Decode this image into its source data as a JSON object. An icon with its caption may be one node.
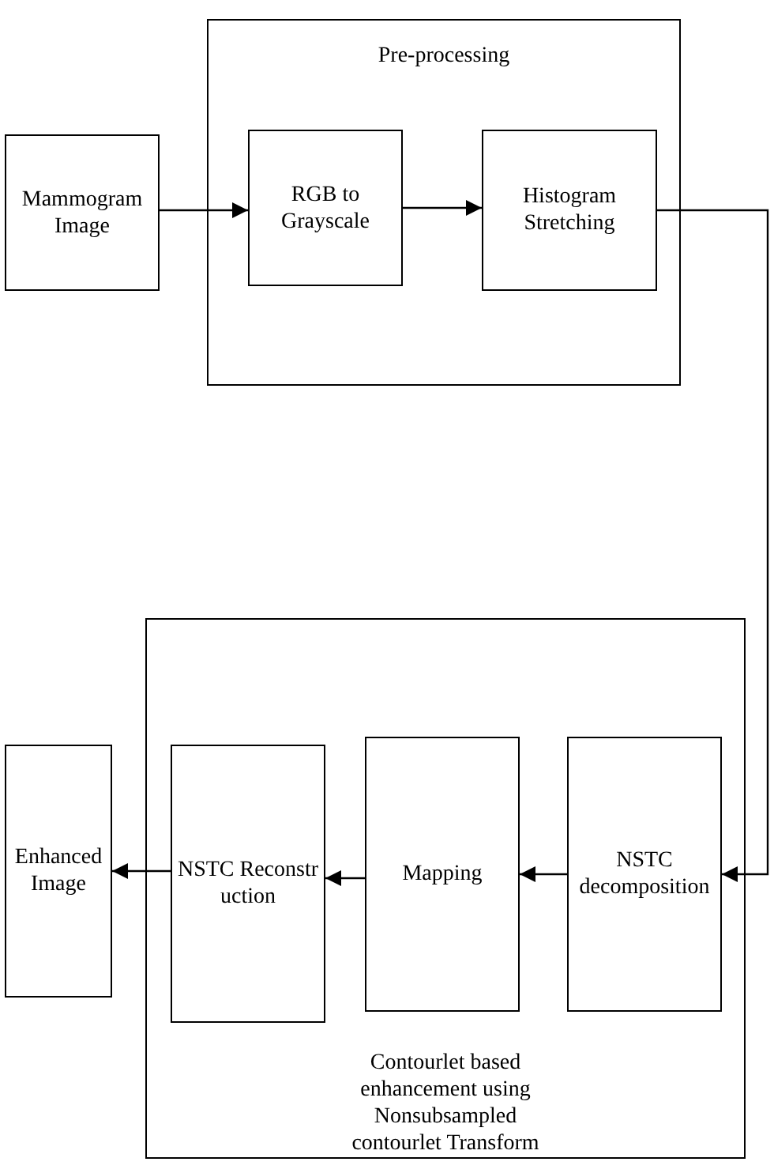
{
  "diagram": {
    "nodes": [
      {
        "text": [
          "Mammogram Image"
        ]
      },
      {
        "text": [
          "Pre-processing"
        ]
      },
      {
        "text": [
          "RGB to Grayscale"
        ],
        "in": 1
      },
      {
        "text": [
          "Histogram Stretching"
        ],
        "in": 1
      },
      {
        "text": [
          "Contourlet based enhancement using Nonsubsampled contourlet Transform"
        ]
      },
      {
        "text": [
          "Enhanced Image"
        ]
      },
      {
        "text": [
          "NSTC Reconstruction"
        ],
        "in": 4
      },
      {
        "text": [
          "Mapping"
        ],
        "in": 4
      },
      {
        "text": [
          "NSTC decomposition"
        ],
        "in": 4
      }
    ],
    "edges": [
      {
        "from": 0,
        "to": 2,
        "arrow": "to"
      },
      {
        "from": 2,
        "to": 3,
        "arrow": "to"
      },
      {
        "from": 3,
        "to": 8,
        "arrow": "to"
      },
      {
        "from": 8,
        "to": 7,
        "arrow": "to"
      },
      {
        "from": 7,
        "to": 6,
        "arrow": "to"
      },
      {
        "from": 6,
        "to": 5,
        "arrow": "to"
      }
    ]
  }
}
